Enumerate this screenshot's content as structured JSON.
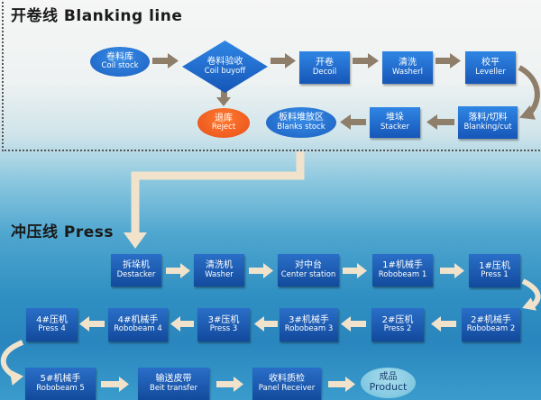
{
  "blanking": {
    "title": "开卷线  Blanking line",
    "nodes": [
      {
        "id": "coil-stock",
        "zh": "卷料库",
        "en": "Coil stock",
        "shape": "ellipse"
      },
      {
        "id": "coil-buyoff",
        "zh": "卷料验收",
        "en": "Coil buyoff",
        "shape": "diamond"
      },
      {
        "id": "decoil",
        "zh": "开卷",
        "en": "Decoil",
        "shape": "box"
      },
      {
        "id": "washer",
        "zh": "清洗",
        "en": "Washerl",
        "shape": "box"
      },
      {
        "id": "leveller",
        "zh": "校平",
        "en": "Leveller",
        "shape": "box"
      },
      {
        "id": "blanking-cut",
        "zh": "落料/切料",
        "en": "Blanking/cut",
        "shape": "box"
      },
      {
        "id": "stacker",
        "zh": "堆垛",
        "en": "Stacker",
        "shape": "box"
      },
      {
        "id": "blanks-stock",
        "zh": "板料堆放区",
        "en": "Blanks stock",
        "shape": "ellipse"
      },
      {
        "id": "reject",
        "zh": "退库",
        "en": "Reject",
        "shape": "reject"
      }
    ]
  },
  "press": {
    "title": "冲压线  Press",
    "nodes": [
      {
        "id": "destacker",
        "zh": "拆垛机",
        "en": "Destacker",
        "shape": "pbox"
      },
      {
        "id": "press-washer",
        "zh": "清洗机",
        "en": "Washer",
        "shape": "pbox"
      },
      {
        "id": "center-station",
        "zh": "对中台",
        "en": "Center station",
        "shape": "pbox"
      },
      {
        "id": "robobeam-1",
        "zh": "1#机械手",
        "en": "Robobeam 1",
        "shape": "pbox"
      },
      {
        "id": "press-1",
        "zh": "1#压机",
        "en": "Press 1",
        "shape": "pbox"
      },
      {
        "id": "robobeam-2",
        "zh": "2#机械手",
        "en": "Robobeam 2",
        "shape": "pbox"
      },
      {
        "id": "press-2",
        "zh": "2#压机",
        "en": "Press 2",
        "shape": "pbox"
      },
      {
        "id": "robobeam-3",
        "zh": "3#机械手",
        "en": "Robobeam 3",
        "shape": "pbox"
      },
      {
        "id": "press-3",
        "zh": "3#压机",
        "en": "Press 3",
        "shape": "pbox"
      },
      {
        "id": "robobeam-4",
        "zh": "4#机械手",
        "en": "Robobeam 4",
        "shape": "pbox"
      },
      {
        "id": "press-4",
        "zh": "4#压机",
        "en": "Press 4",
        "shape": "pbox"
      },
      {
        "id": "robobeam-5",
        "zh": "5#机械手",
        "en": "Robobeam 5",
        "shape": "pbox"
      },
      {
        "id": "belt-transfer",
        "zh": "输送皮带",
        "en": "Beit transfer",
        "shape": "pbox"
      },
      {
        "id": "panel-receiver",
        "zh": "收料质检",
        "en": "Panel Receiver",
        "shape": "pbox"
      },
      {
        "id": "product",
        "zh": "成品",
        "en": "Product",
        "shape": "product"
      }
    ]
  },
  "colors": {
    "box": "#1e6ad0",
    "reject": "#f0601f",
    "flow_arrow_blanking": "#8e7e6a",
    "flow_arrow_press": "#f1e2cc"
  }
}
